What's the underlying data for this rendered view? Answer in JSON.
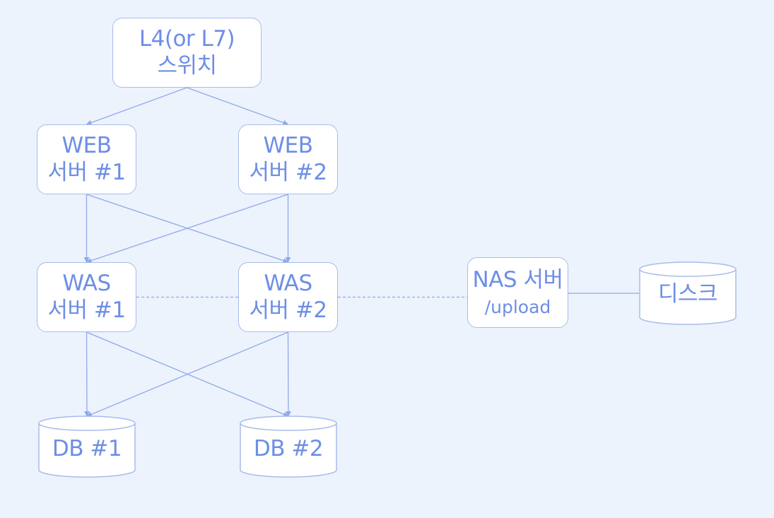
{
  "colors": {
    "background": "#ecf3fd",
    "node_fill": "#ffffff",
    "node_border": "#a9bbeb",
    "text": "#6d8ee6",
    "edge": "#8fa8e8"
  },
  "nodes": {
    "switch": {
      "line1": "L4(or L7)",
      "line2": "스위치"
    },
    "web1": {
      "line1": "WEB",
      "line2": "서버 #1"
    },
    "web2": {
      "line1": "WEB",
      "line2": "서버 #2"
    },
    "was1": {
      "line1": "WAS",
      "line2": "서버 #1"
    },
    "was2": {
      "line1": "WAS",
      "line2": "서버 #2"
    },
    "nas": {
      "line1": "NAS 서버",
      "line2": "/upload"
    },
    "disk": {
      "label": "디스크"
    },
    "db1": {
      "label": "DB #1"
    },
    "db2": {
      "label": "DB #2"
    }
  },
  "edges": [
    {
      "from": "switch",
      "to": "web1",
      "style": "arrow"
    },
    {
      "from": "switch",
      "to": "web2",
      "style": "arrow"
    },
    {
      "from": "web1",
      "to": "was1",
      "style": "arrow"
    },
    {
      "from": "web1",
      "to": "was2",
      "style": "arrow"
    },
    {
      "from": "web2",
      "to": "was1",
      "style": "arrow"
    },
    {
      "from": "web2",
      "to": "was2",
      "style": "arrow"
    },
    {
      "from": "was1",
      "to": "db1",
      "style": "arrow"
    },
    {
      "from": "was1",
      "to": "db2",
      "style": "arrow"
    },
    {
      "from": "was2",
      "to": "db1",
      "style": "arrow"
    },
    {
      "from": "was2",
      "to": "db2",
      "style": "arrow"
    },
    {
      "from": "was1",
      "to": "was2",
      "style": "dashed"
    },
    {
      "from": "was2",
      "to": "nas",
      "style": "dashed"
    },
    {
      "from": "nas",
      "to": "disk",
      "style": "solid"
    }
  ]
}
